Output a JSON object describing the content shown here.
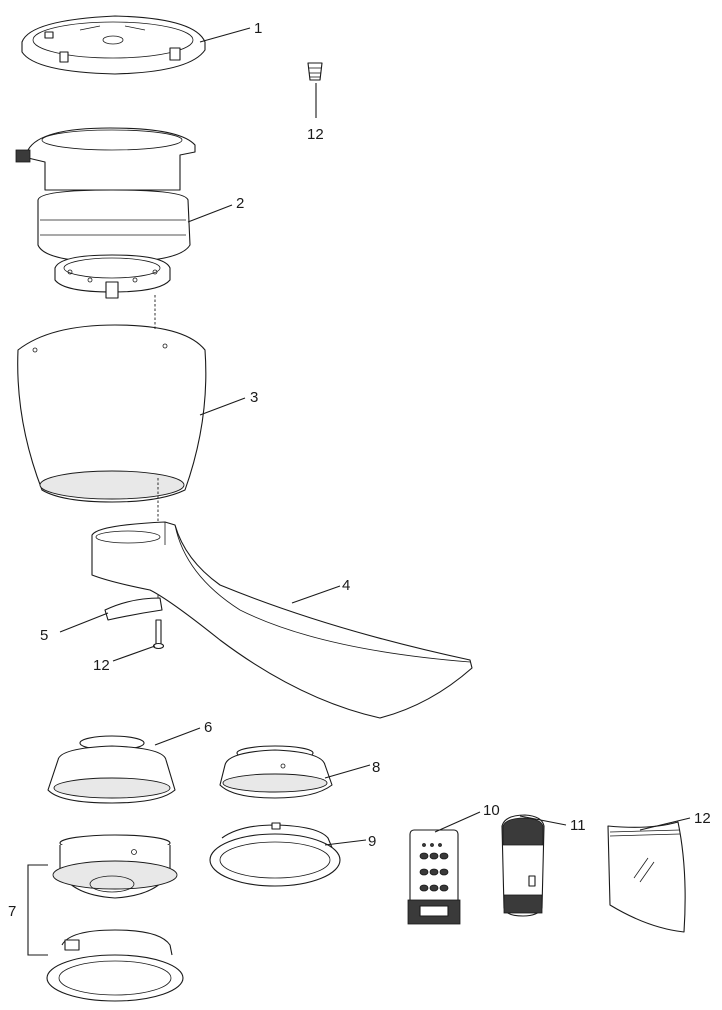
{
  "callouts": [
    {
      "id": "c1",
      "text": "1"
    },
    {
      "id": "c12a",
      "text": "12"
    },
    {
      "id": "c2",
      "text": "2"
    },
    {
      "id": "c3",
      "text": "3"
    },
    {
      "id": "c4",
      "text": "4"
    },
    {
      "id": "c5",
      "text": "5"
    },
    {
      "id": "c12b",
      "text": "12"
    },
    {
      "id": "c6",
      "text": "6"
    },
    {
      "id": "c8",
      "text": "8"
    },
    {
      "id": "c10",
      "text": "10"
    },
    {
      "id": "c11",
      "text": "11"
    },
    {
      "id": "c12c",
      "text": "12"
    },
    {
      "id": "c7",
      "text": "7"
    },
    {
      "id": "c9",
      "text": "9"
    }
  ]
}
